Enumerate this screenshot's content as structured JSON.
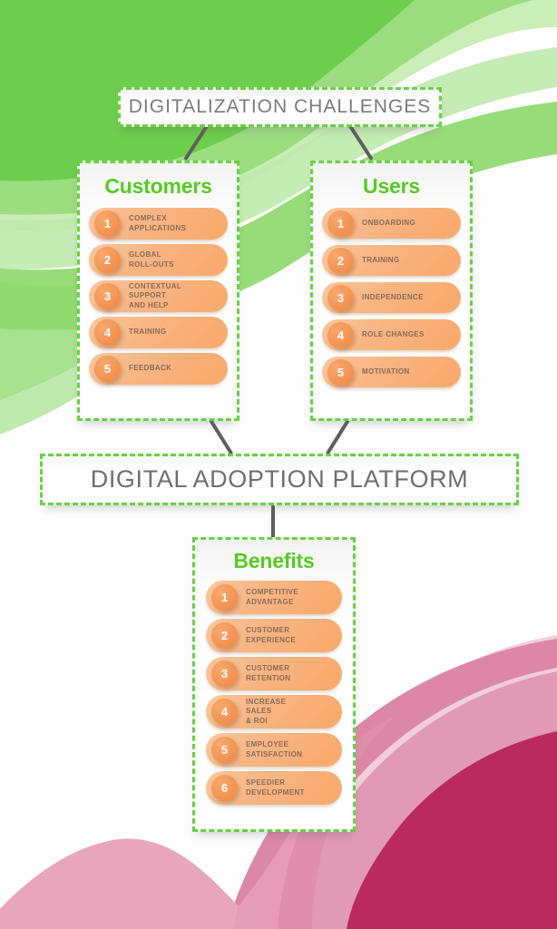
{
  "header": {
    "title": "DIGITALIZATION CHALLENGES"
  },
  "platform": {
    "title": "DIGITAL ADOPTION PLATFORM"
  },
  "columns": {
    "customers": {
      "title": "Customers",
      "items": [
        {
          "num": "1",
          "label": "COMPLEX\nAPPLICATIONS"
        },
        {
          "num": "2",
          "label": "GLOBAL\nROLL-OUTS"
        },
        {
          "num": "3",
          "label": "CONTEXTUAL\nSUPPORT\nAND HELP"
        },
        {
          "num": "4",
          "label": "TRAINING"
        },
        {
          "num": "5",
          "label": "FEEDBACK"
        }
      ]
    },
    "users": {
      "title": "Users",
      "items": [
        {
          "num": "1",
          "label": "ONBOARDING"
        },
        {
          "num": "2",
          "label": "TRAINING"
        },
        {
          "num": "3",
          "label": "INDEPENDENCE"
        },
        {
          "num": "4",
          "label": "ROLE CHANGES"
        },
        {
          "num": "5",
          "label": "MOTIVATION"
        }
      ]
    },
    "benefits": {
      "title": "Benefits",
      "items": [
        {
          "num": "1",
          "label": "COMPETITIVE\nADVANTAGE"
        },
        {
          "num": "2",
          "label": "CUSTOMER\nEXPERIENCE"
        },
        {
          "num": "3",
          "label": "CUSTOMER\nRETENTION"
        },
        {
          "num": "4",
          "label": "INCREASE\nSALES\n& ROI"
        },
        {
          "num": "5",
          "label": "EMPLOYEE\nSATISFACTION"
        },
        {
          "num": "6",
          "label": "SPEEDIER\nDEVELOPMENT"
        }
      ]
    }
  },
  "colors": {
    "green_accent": "#55cc22",
    "green_dash": "#66d342",
    "green_blob_dark": "#6cce4c",
    "green_blob_mid": "#8ed96d",
    "green_blob_light": "#b7e8a3",
    "pink_dark": "#bb2a5f",
    "pink_mid": "#dd7fa2",
    "pink_light": "#e9a7bf",
    "pill_orange": "#f9a869",
    "badge_orange": "#f2904f",
    "pill_text": "#8a6a56",
    "title_gray": "#7b7b7b",
    "connector_gray": "#5f5f5f"
  }
}
